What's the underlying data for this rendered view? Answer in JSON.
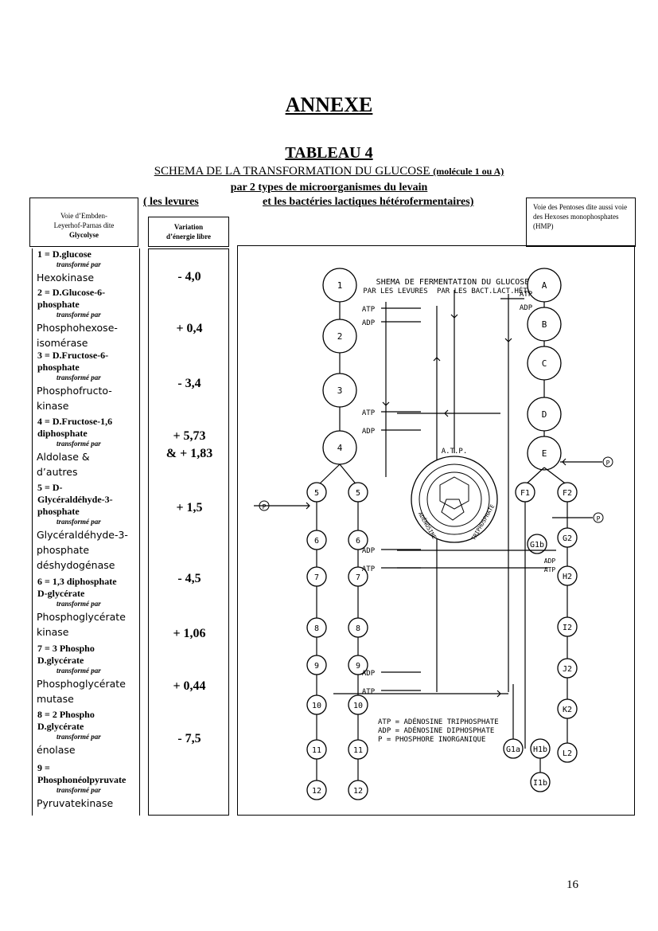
{
  "header": {
    "annexe": "ANNEXE",
    "tableau": "TABLEAU 4",
    "schema_title": "SCHEMA DE LA TRANSFORMATION DU GLUCOSE",
    "schema_title_small": "(molécule 1 ou A)",
    "subtitle": "par 2 types de microorganismes du levain",
    "levures": "( les levures",
    "bacteries": "et les bactéries lactiques hétérofermentaires)"
  },
  "columns": {
    "left_header_lines": [
      "Voie d’Embden-",
      "Leyerhof-Parnas dite"
    ],
    "left_header_bold": "Glycolyse",
    "variation_header": [
      "Variation",
      "d’énergie libre"
    ],
    "right_header": "Voie des Pentoses dite aussi voie des Hexoses monophosphates (HMP)"
  },
  "transformed_by": "transformé par",
  "steps": [
    {
      "name_lines": [
        "1  = D.glucose"
      ],
      "enzyme_lines": [
        "Hexokinase"
      ],
      "variation": [
        "- 4,0"
      ]
    },
    {
      "name_lines": [
        "2 = D.Glucose-6-",
        "phosphate"
      ],
      "enzyme_lines": [
        "Phosphohexose-",
        "isomérase"
      ],
      "variation": [
        "+ 0,4"
      ]
    },
    {
      "name_lines": [
        "3  = D.Fructose-6-",
        "phosphate"
      ],
      "enzyme_lines": [
        "Phosphofructo-",
        "kinase"
      ],
      "variation": [
        "- 3,4"
      ]
    },
    {
      "name_lines": [
        "4 = D.Fructose-1,6",
        "diphosphate"
      ],
      "enzyme_lines": [
        "Aldolase &",
        "d’autres"
      ],
      "variation": [
        "+ 5,73",
        "& + 1,83"
      ]
    },
    {
      "name_lines": [
        "5  = D-",
        "Glycéraldéhyde-3-",
        "phosphate"
      ],
      "enzyme_lines": [
        "Glycéraldéhyde-3-",
        "phosphate",
        "déshydogénase"
      ],
      "variation": [
        "+ 1,5"
      ]
    },
    {
      "name_lines": [
        "6 = 1,3 diphosphate",
        "D-glycérate"
      ],
      "enzyme_lines": [
        "Phosphoglycérate",
        "kinase"
      ],
      "variation": [
        "-    4,5"
      ]
    },
    {
      "name_lines": [
        "7  = 3 Phospho",
        "D.glycérate"
      ],
      "enzyme_lines": [
        "Phosphoglycérate",
        "mutase"
      ],
      "variation": [
        "+ 1,06"
      ]
    },
    {
      "name_lines": [
        "8 = 2 Phospho",
        "D.glycérate"
      ],
      "enzyme_lines": [
        "énolase"
      ],
      "variation": [
        "+ 0,44"
      ]
    },
    {
      "name_lines": [
        "9  =",
        "Phosphonéolpyruvate"
      ],
      "enzyme_lines": [
        "Pyruvatekinase"
      ],
      "variation": [
        "- 7,5"
      ]
    }
  ],
  "diagram": {
    "title": "SHEMA DE FERMENTATION DU GLUCOSE",
    "sub_left": "PAR LES LEVURES",
    "sub_right": "PAR LES BACT.LACT.HÉTÉRO",
    "atp": "ATP",
    "adp": "ADP",
    "p": "P",
    "ring_outer": "A.T.P.",
    "ring_left": "ADÉNOSINE",
    "ring_right": "TRIPHOSPHATE",
    "legend": [
      "ATP = ADÉNOSINE TRIPHOSPHATE",
      "ADP = ADÉNOSINE DIPHOSPHATE",
      "P  = PHOSPHORE INORGANIQUE"
    ],
    "left_nodes": [
      "1",
      "2",
      "3",
      "4"
    ],
    "branch_nodes": [
      "5",
      "6",
      "7",
      "8",
      "9",
      "10",
      "11",
      "12"
    ],
    "right_top_nodes": [
      "A",
      "B",
      "C",
      "D",
      "E"
    ],
    "right_nodes": [
      "F1",
      "F2",
      "G1b",
      "G2",
      "H2",
      "I2",
      "J2",
      "K2",
      "L2",
      "G1a",
      "H1b",
      "I1b"
    ]
  },
  "page_number": "16"
}
